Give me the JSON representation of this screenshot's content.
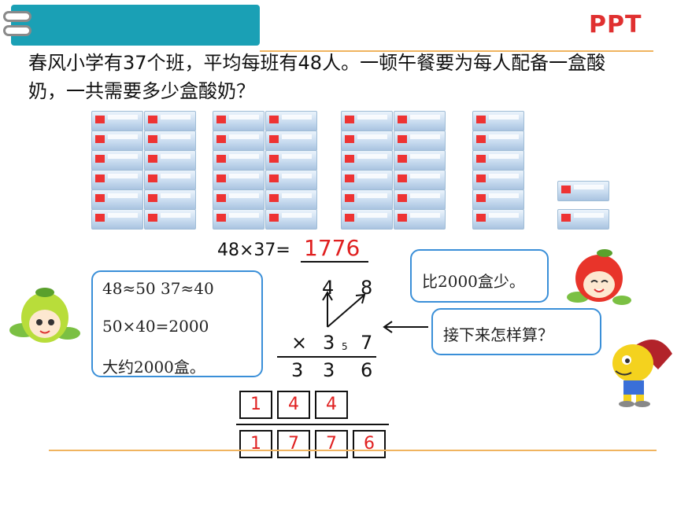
{
  "header": {
    "logo_text": "PPT"
  },
  "problem": {
    "text": "春风小学有37个班，平均每班有48人。一顿午餐要为每人配备一盒酸奶，一共需要多少盒酸奶？"
  },
  "equation": {
    "expression": "48×37=",
    "answer": "1776"
  },
  "estimate_bubble": {
    "line1": "48≈50  37≈40",
    "line2": "50×40=2000",
    "line3": "大约2000盒。"
  },
  "right_bubble_top": {
    "text": "比2000盒少。"
  },
  "right_bubble_bottom": {
    "text": "接下来怎样算？"
  },
  "vertical_calc": {
    "top_digits": [
      "4",
      "8"
    ],
    "multiply_sign": "×",
    "second_digits": [
      "3",
      "7"
    ],
    "carry": "5",
    "partial1": [
      "3",
      "3",
      "6"
    ],
    "partial2_boxes": [
      "1",
      "4",
      "4"
    ],
    "result_boxes": [
      "1",
      "7",
      "7",
      "6"
    ]
  }
}
